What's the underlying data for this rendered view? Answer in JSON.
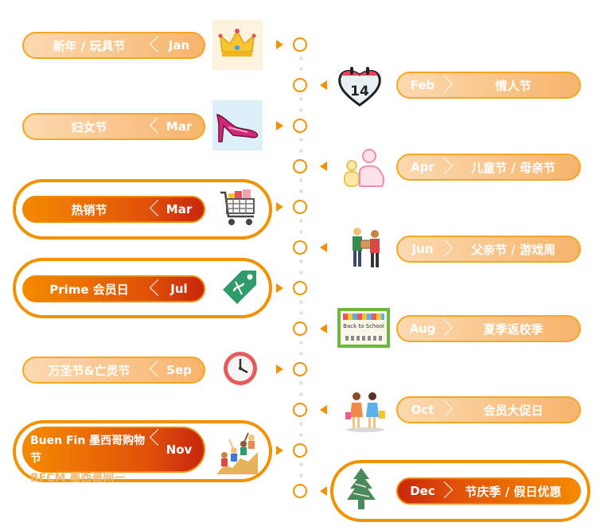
{
  "events": [
    {
      "name": "新年 / 玩具节",
      "month": "Jan",
      "side": "left",
      "highlight": false,
      "icon": "crown-icon"
    },
    {
      "name": "情人节",
      "month": "Feb",
      "side": "right",
      "highlight": false,
      "icon": "heart-calendar-icon"
    },
    {
      "name": "妇女节",
      "month": "Mar",
      "side": "left",
      "highlight": false,
      "icon": "high-heel-icon"
    },
    {
      "name": "儿童节 / 母亲节",
      "month": "Apr",
      "side": "right",
      "highlight": false,
      "icon": "mother-child-icon"
    },
    {
      "name": "热销节",
      "month": "Mar",
      "side": "left",
      "highlight": true,
      "icon": "shopping-cart-icon"
    },
    {
      "name": "父亲节 / 游戏周",
      "month": "Jun",
      "side": "right",
      "highlight": false,
      "icon": "delivery-handover-icon"
    },
    {
      "name": "Prime 会员日",
      "month": "Jul",
      "side": "left",
      "highlight": true,
      "icon": "price-tag-icon"
    },
    {
      "name": "夏季返校季",
      "month": "Aug",
      "side": "right",
      "highlight": false,
      "icon": "back-to-school-board-icon"
    },
    {
      "name": "万圣节&亡灵节",
      "month": "Sep",
      "side": "left",
      "highlight": false,
      "icon": "clock-icon"
    },
    {
      "name": "会员大促日",
      "month": "Oct",
      "side": "right",
      "highlight": false,
      "icon": "shopping-women-icon"
    },
    {
      "name": "Buen Fin 墨西哥购物节",
      "month": "Nov",
      "side": "left",
      "highlight": true,
      "icon": "crowd-cheering-icon"
    },
    {
      "name": "节庆季 / 假日优惠",
      "month": "Dec",
      "side": "right",
      "highlight": true,
      "icon": "christmas-tree-icon"
    }
  ],
  "overflow_text": "BFCM 墨西哥网一",
  "board_text": "Back to School",
  "calendar_number": "14",
  "colors": {
    "accent": "#f39200",
    "dark_start": "#f58a00",
    "dark_end": "#c7260c",
    "light_start": "#fcd9b0"
  }
}
